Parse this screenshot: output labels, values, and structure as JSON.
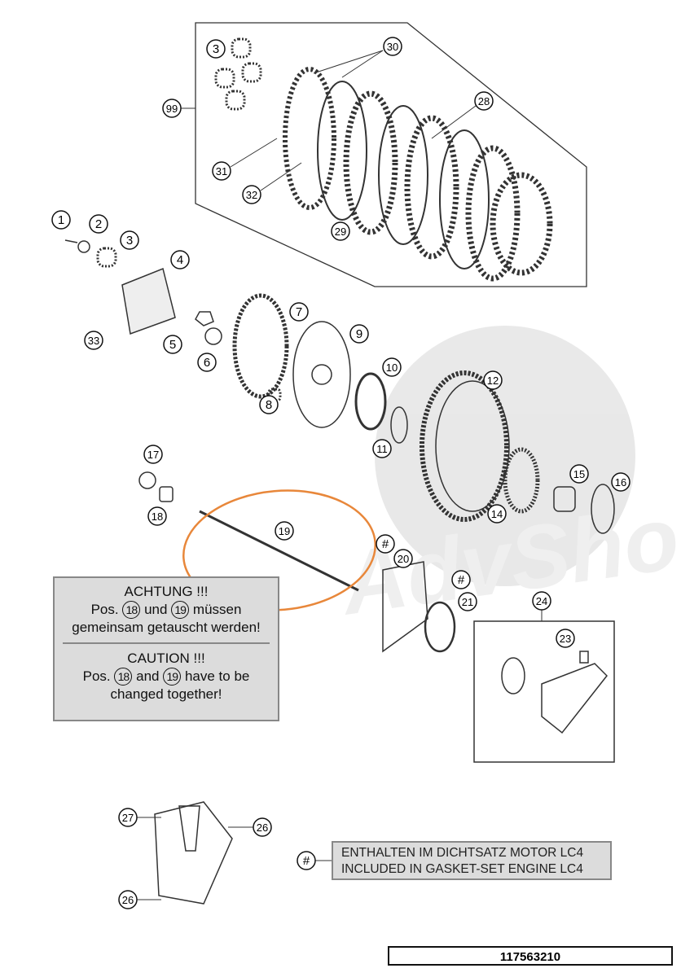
{
  "watermark": "AdvShop",
  "callouts": [
    "3",
    "30",
    "99",
    "28",
    "31",
    "32",
    "29",
    "1",
    "2",
    "3",
    "4",
    "7",
    "9",
    "33",
    "5",
    "6",
    "10",
    "12",
    "8",
    "11",
    "17",
    "15",
    "16",
    "14",
    "18",
    "19",
    "#",
    "20",
    "#",
    "21",
    "24",
    "23",
    "27",
    "26",
    "#",
    "26"
  ],
  "caution_note": {
    "de_title": "ACHTUNG !!!",
    "de_pos": "Pos.",
    "de_ref1": "18",
    "de_und": "und",
    "de_ref2": "19",
    "de_rest1": "müssen",
    "de_rest2": "gemeinsam getauscht werden!",
    "en_title": "CAUTION !!!",
    "en_pos": "Pos.",
    "en_ref1": "18",
    "en_and": "and",
    "en_ref2": "19",
    "en_rest1": "have to be",
    "en_rest2": "changed together!"
  },
  "legend": {
    "symbol": "#",
    "line1": "ENTHALTEN IM DICHTSATZ MOTOR LC4",
    "line2": "INCLUDED IN GASKET-SET ENGINE LC4"
  },
  "part_number": "117563210",
  "colors": {
    "highlight": "#e8873a",
    "note_bg": "#dcdcdc"
  }
}
